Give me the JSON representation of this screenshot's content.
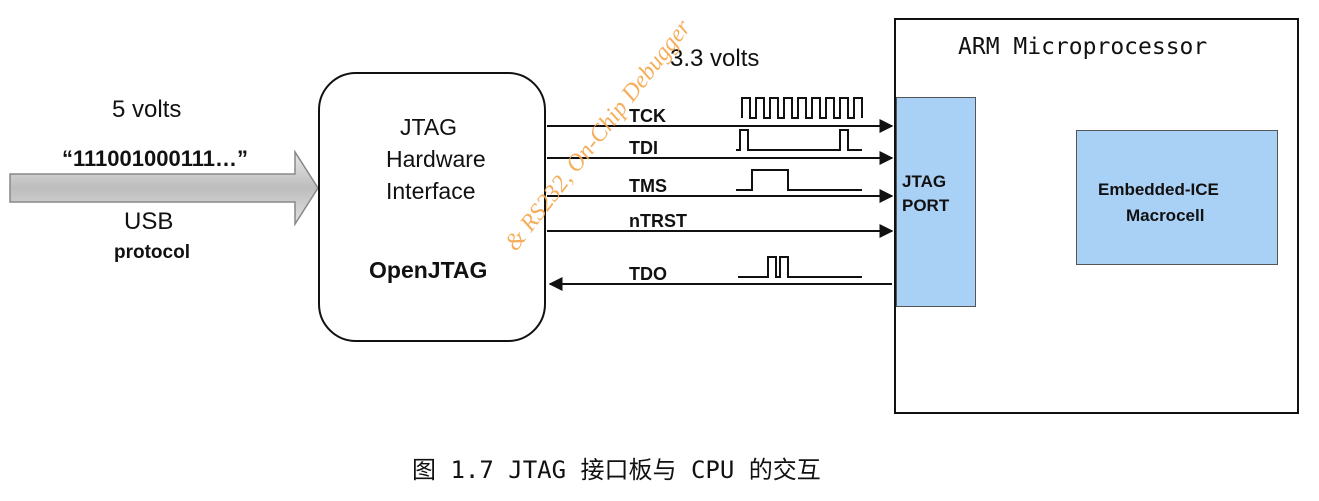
{
  "labels": {
    "volts_5": "5 volts",
    "bitstream": "“111001000111…”",
    "usb": "USB",
    "protocol": "protocol",
    "volts_33": "3.3 volts"
  },
  "jtag_interface": {
    "line1": "JTAG",
    "line2": "Hardware",
    "line3": "Interface",
    "name": "OpenJTAG"
  },
  "signals": [
    "TCK",
    "TDI",
    "TMS",
    "nTRST",
    "TDO"
  ],
  "arm": {
    "title": "ARM Microprocessor",
    "port_line1": "JTAG",
    "port_line2": "PORT",
    "ice_line1": "Embedded-ICE",
    "ice_line2": "Macrocell"
  },
  "caption": "图 1.7 JTAG 接口板与 CPU 的交互",
  "watermark": "& RS232, On-Chip Debugger",
  "colors": {
    "port_fill": "#a9d0f5",
    "double_arrow": "#3a4fd0",
    "watermark": "#f4a64a"
  }
}
